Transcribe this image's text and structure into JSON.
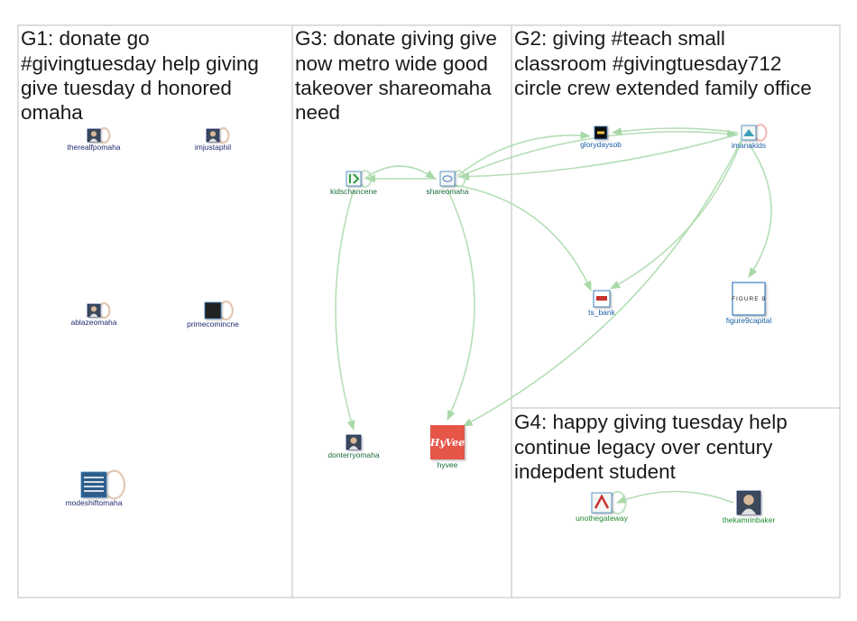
{
  "colors": {
    "edge": "#a8d8a8",
    "edge_dark": "#8cc98c",
    "box_border": "#bdbdbd",
    "g1_label": "#1f2a6e",
    "g3_label": "#1a6b3a",
    "g2_label": "#1a5fa6",
    "g4_label": "#1d8a2e",
    "selfloop_g1": "#d9b9a0",
    "selfloop_g3": "#b9dcb9",
    "selfloop_pink": "#f0a8a8"
  },
  "groups": [
    {
      "id": "g1",
      "title": [
        "G1: donate go",
        "#givingtuesday help giving",
        "give tuesday d honored",
        "omaha"
      ]
    },
    {
      "id": "g3",
      "title": [
        "G3: donate giving give",
        "now metro wide good",
        "takeover shareomaha",
        "need"
      ]
    },
    {
      "id": "g2",
      "title": [
        "G2: giving #teach small",
        "classroom #givingtuesday712",
        "circle crew extended family office"
      ]
    },
    {
      "id": "g4",
      "title": [
        "G4: happy giving tuesday help",
        "continue legacy over century",
        "indepdent student"
      ]
    }
  ],
  "nodes": [
    {
      "id": "therealfpomaha",
      "label": "therealfpomaha",
      "group": "g1",
      "icon": "person-avatar-icon"
    },
    {
      "id": "imjustaphil",
      "label": "imjustaphil",
      "group": "g1",
      "icon": "person-avatar-icon"
    },
    {
      "id": "ablazeomaha",
      "label": "ablazeomaha",
      "group": "g1",
      "icon": "person-avatar-icon"
    },
    {
      "id": "primecomincne",
      "label": "primecomincne",
      "group": "g1",
      "icon": "logo-avatar-icon"
    },
    {
      "id": "modeshiftomaha",
      "label": "modeshiftomaha",
      "group": "g1",
      "icon": "logo-avatar-icon"
    },
    {
      "id": "kidschancene",
      "label": "kidschancene",
      "group": "g3",
      "icon": "logo-avatar-icon"
    },
    {
      "id": "shareomaha",
      "label": "shareomaha",
      "group": "g3",
      "icon": "logo-avatar-icon"
    },
    {
      "id": "donterryomaha",
      "label": "donterryomaha",
      "group": "g3",
      "icon": "person-avatar-icon"
    },
    {
      "id": "hyvee",
      "label": "hyvee",
      "group": "g3",
      "icon": "hyvee-logo-icon",
      "logo_text": "HyVee"
    },
    {
      "id": "glorydaysob",
      "label": "glorydaysob",
      "group": "g2",
      "icon": "logo-avatar-icon"
    },
    {
      "id": "imanakids",
      "label": "imanakids",
      "group": "g2",
      "icon": "logo-avatar-icon"
    },
    {
      "id": "ts_bank",
      "label": "ts_bank",
      "group": "g2",
      "icon": "bank-logo-icon"
    },
    {
      "id": "figure9capital",
      "label": "figure9capital",
      "group": "g2",
      "icon": "logo-avatar-icon",
      "logo_text": "FIGURE 9"
    },
    {
      "id": "unothegateway",
      "label": "unothegateway",
      "group": "g4",
      "icon": "logo-avatar-icon"
    },
    {
      "id": "thekamrinbaker",
      "label": "thekamrinbaker",
      "group": "g4",
      "icon": "person-avatar-icon"
    }
  ],
  "edges": [
    {
      "from": "kidschancene",
      "to": "shareomaha"
    },
    {
      "from": "shareomaha",
      "to": "kidschancene"
    },
    {
      "from": "kidschancene",
      "to": "donterryomaha"
    },
    {
      "from": "shareomaha",
      "to": "hyvee"
    },
    {
      "from": "shareomaha",
      "to": "glorydaysob"
    },
    {
      "from": "shareomaha",
      "to": "imanakids"
    },
    {
      "from": "imanakids",
      "to": "shareomaha"
    },
    {
      "from": "shareomaha",
      "to": "ts_bank"
    },
    {
      "from": "imanakids",
      "to": "glorydaysob"
    },
    {
      "from": "imanakids",
      "to": "ts_bank"
    },
    {
      "from": "imanakids",
      "to": "hyvee"
    },
    {
      "from": "imanakids",
      "to": "figure9capital"
    },
    {
      "from": "thekamrinbaker",
      "to": "unothegateway"
    }
  ],
  "self_loops": [
    "therealfpomaha",
    "imjustaphil",
    "ablazeomaha",
    "primecomincne",
    "modeshiftomaha",
    "kidschancene",
    "shareomaha",
    "imanakids",
    "unothegateway"
  ]
}
